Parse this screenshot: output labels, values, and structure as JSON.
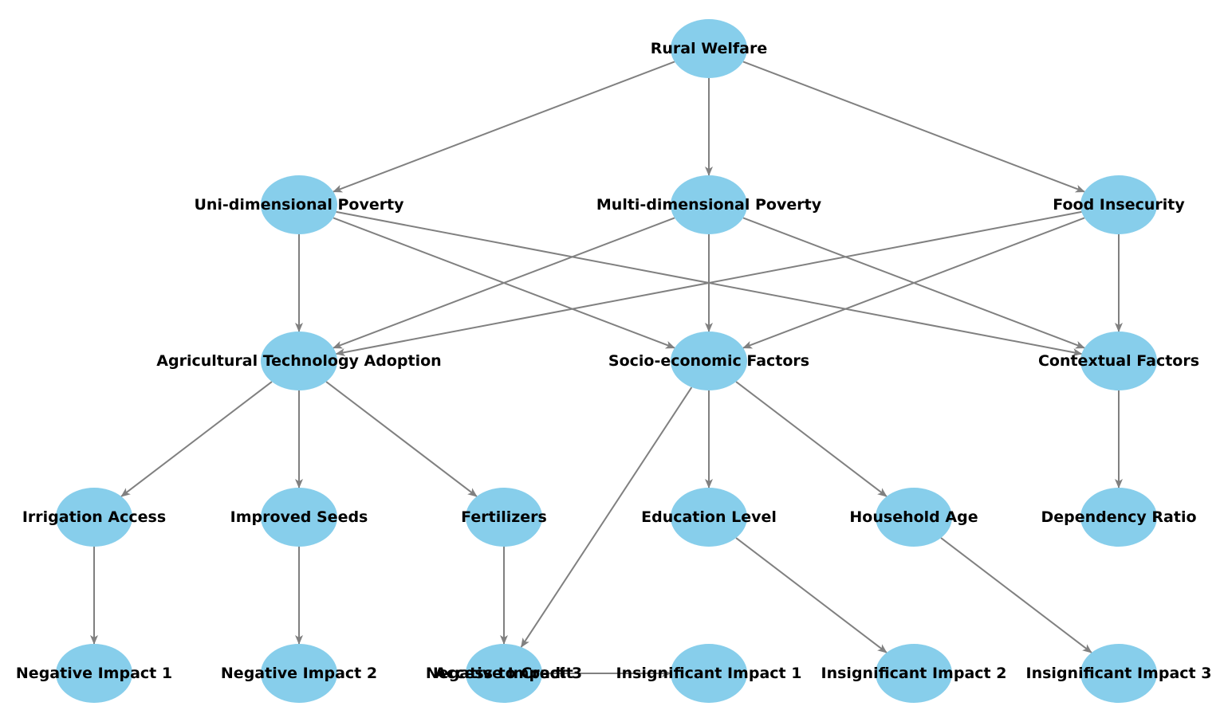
{
  "diagram": {
    "node_color": "#87CEEB",
    "edge_color": "#808080",
    "nodes": [
      {
        "id": "rural_welfare",
        "label": "Rural Welfare"
      },
      {
        "id": "uni_poverty",
        "label": "Uni-dimensional Poverty"
      },
      {
        "id": "multi_poverty",
        "label": "Multi-dimensional Poverty"
      },
      {
        "id": "food_insecurity",
        "label": "Food Insecurity"
      },
      {
        "id": "agri_tech",
        "label": "Agricultural Technology Adoption"
      },
      {
        "id": "socio_econ",
        "label": "Socio-economic Factors"
      },
      {
        "id": "contextual",
        "label": "Contextual Factors"
      },
      {
        "id": "irrigation",
        "label": "Irrigation Access"
      },
      {
        "id": "seeds",
        "label": "Improved Seeds"
      },
      {
        "id": "fertilizers",
        "label": "Fertilizers"
      },
      {
        "id": "education",
        "label": "Education Level"
      },
      {
        "id": "household_age",
        "label": "Household Age"
      },
      {
        "id": "dependency",
        "label": "Dependency Ratio"
      },
      {
        "id": "neg1",
        "label": "Negative Impact 1"
      },
      {
        "id": "neg2",
        "label": "Negative Impact 2"
      },
      {
        "id": "neg3",
        "label": "Negative Impact 3"
      },
      {
        "id": "access_credit",
        "label": "Access to Credit"
      },
      {
        "id": "insig1",
        "label": "Insignificant Impact 1"
      },
      {
        "id": "insig2",
        "label": "Insignificant Impact 2"
      },
      {
        "id": "insig3",
        "label": "Insignificant Impact 3"
      }
    ],
    "edges": [
      [
        "rural_welfare",
        "uni_poverty"
      ],
      [
        "rural_welfare",
        "multi_poverty"
      ],
      [
        "rural_welfare",
        "food_insecurity"
      ],
      [
        "uni_poverty",
        "agri_tech"
      ],
      [
        "uni_poverty",
        "socio_econ"
      ],
      [
        "uni_poverty",
        "contextual"
      ],
      [
        "multi_poverty",
        "agri_tech"
      ],
      [
        "multi_poverty",
        "socio_econ"
      ],
      [
        "multi_poverty",
        "contextual"
      ],
      [
        "food_insecurity",
        "agri_tech"
      ],
      [
        "food_insecurity",
        "socio_econ"
      ],
      [
        "food_insecurity",
        "contextual"
      ],
      [
        "agri_tech",
        "irrigation"
      ],
      [
        "agri_tech",
        "seeds"
      ],
      [
        "agri_tech",
        "fertilizers"
      ],
      [
        "socio_econ",
        "education"
      ],
      [
        "socio_econ",
        "household_age"
      ],
      [
        "socio_econ",
        "access_credit"
      ],
      [
        "contextual",
        "dependency"
      ],
      [
        "irrigation",
        "neg1"
      ],
      [
        "seeds",
        "neg2"
      ],
      [
        "fertilizers",
        "neg3"
      ],
      [
        "education",
        "insig2"
      ],
      [
        "household_age",
        "insig3"
      ],
      [
        "access_credit",
        "insig1"
      ]
    ]
  }
}
